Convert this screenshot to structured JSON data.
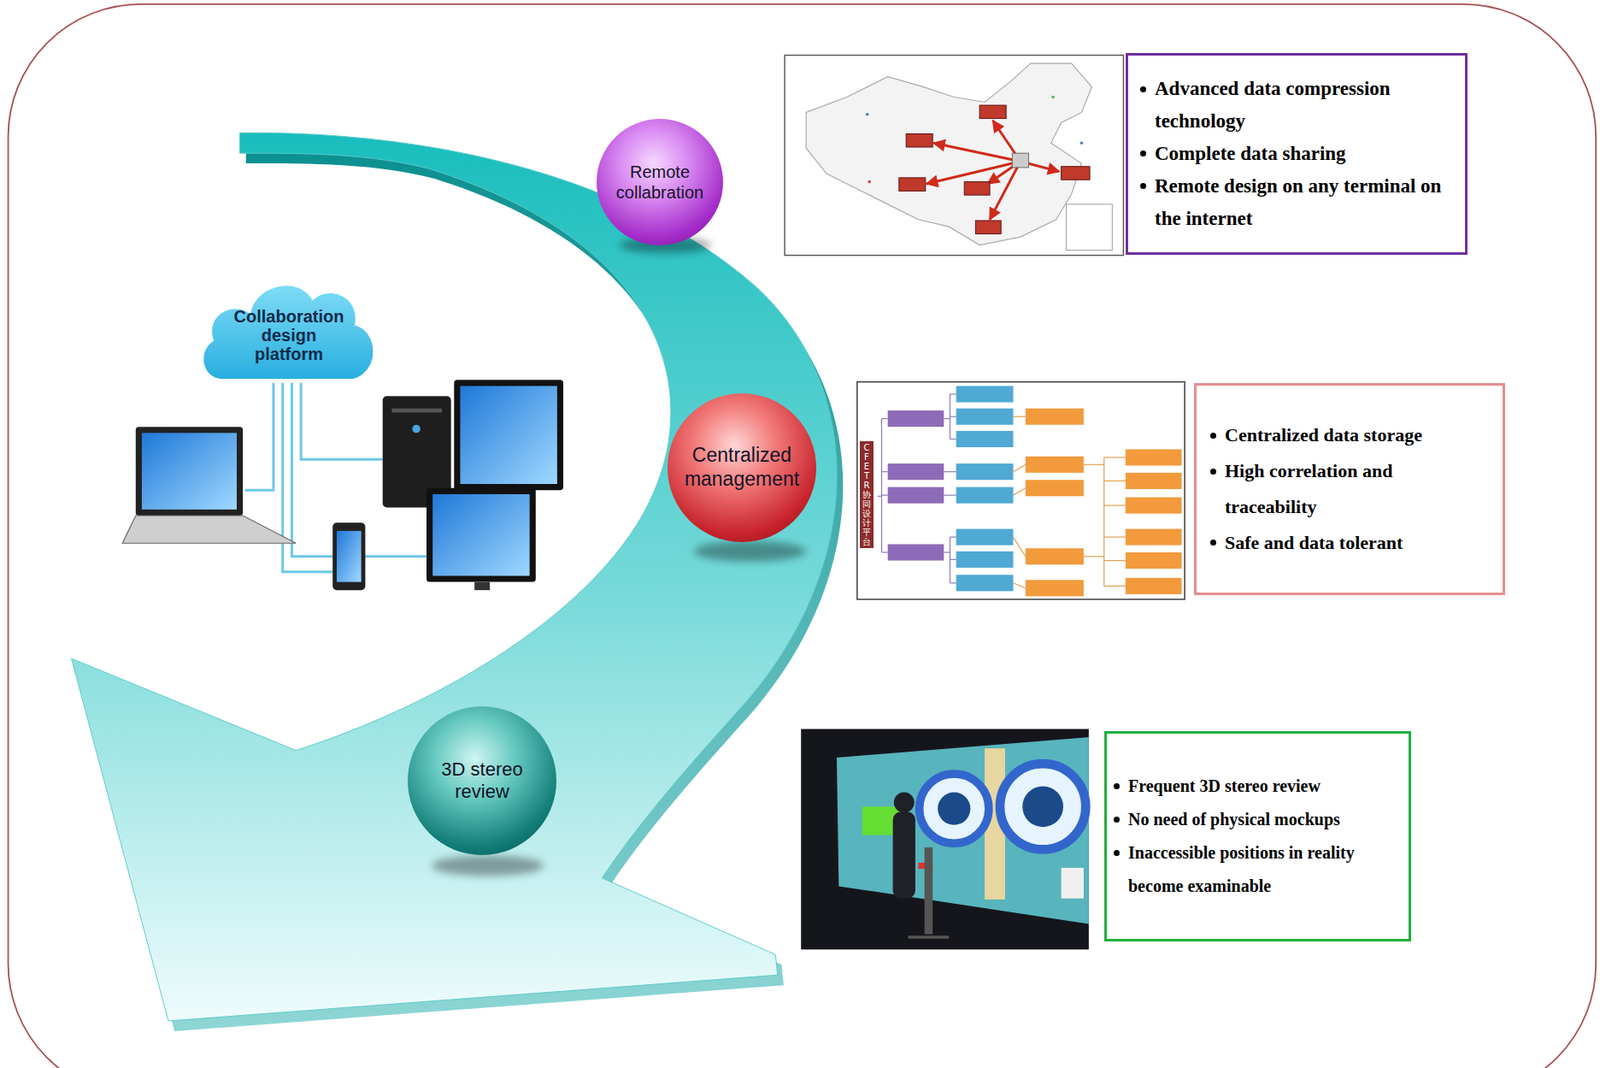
{
  "diagram": {
    "nodes": [
      {
        "text": [
          "Remote collabration"
        ]
      },
      {
        "text": [
          "Advanced data compression technology",
          "Complete data sharing",
          "Remote design on any terminal on the internet"
        ]
      },
      {
        "text": [
          "Collaboration design platform"
        ]
      },
      {
        "text": [
          "Centralized management"
        ]
      },
      {
        "text": [
          "Centralized data storage",
          "High correlation and traceability",
          "Safe and data tolerant"
        ]
      },
      {
        "text": [
          "3D stereo review"
        ]
      },
      {
        "text": [
          "Frequent 3D stereo review",
          "No need of physical mockups",
          "Inaccessible positions in reality become examinable"
        ]
      }
    ],
    "labels": [
      "CFETR协同设计平台"
    ]
  }
}
